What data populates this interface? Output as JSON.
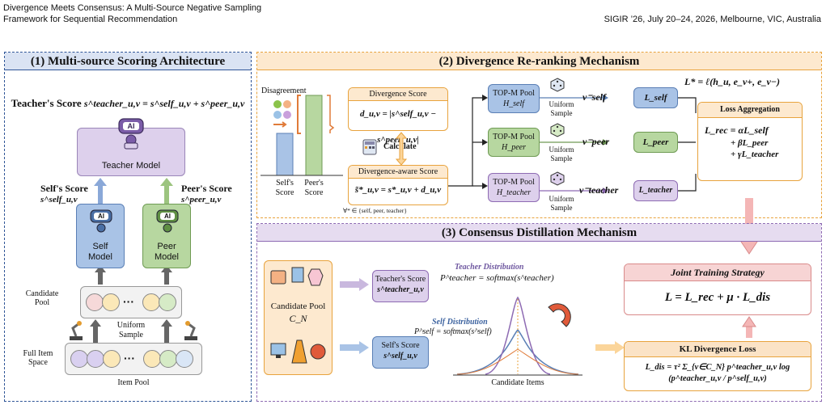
{
  "header": {
    "title_line1": "Divergence Meets Consensus: A Multi-Source Negative Sampling",
    "title_line2": "Framework for Sequential Recommendation",
    "venue": "SIGIR ’26, July 20–24, 2026, Melbourne, VIC, Australia"
  },
  "panel1": {
    "title": "(1) Multi-source Scoring Architecture",
    "teacher_score_label": "Teacher's Score",
    "teacher_score_formula": "s^teacher_u,v = s^self_u,v + s^peer_u,v",
    "ai_badge": "AI",
    "teacher_model": "Teacher Model",
    "self_score_label": "Self's Score",
    "self_score_sym": "s^self_u,v",
    "peer_score_label": "Peer's Score",
    "peer_score_sym": "s^peer_u,v",
    "self_model": "Self Model",
    "peer_model": "Peer Model",
    "candidate_pool": "Candidate Pool",
    "uniform_sample": "Uniform Sample",
    "full_item_space": "Full Item Space",
    "item_pool": "Item Pool",
    "ellipsis": "···"
  },
  "panel2": {
    "title": "(2) Divergence Re-ranking Mechanism",
    "disagreement": "Disagreement",
    "selfs_score": "Self's Score",
    "peers_score": "Peer's Score",
    "divergence_score_title": "Divergence Score",
    "divergence_formula": "d_u,v = |s^self_u,v − s^peer_u,v|",
    "calculate": "Calculate",
    "divergence_aware_title": "Divergence-aware Score",
    "divergence_aware_formula": "s̃*_u,v = s*_u,v + d_u,v",
    "forall_note": "∀* ∈ {self, peer, teacher}",
    "pools": [
      {
        "line1": "TOP-M Pool",
        "line2": "H_self"
      },
      {
        "line1": "TOP-M Pool",
        "line2": "H_peer"
      },
      {
        "line1": "TOP-M Pool",
        "line2": "H_teacher"
      }
    ],
    "uniform_sample": "Uniform Sample",
    "negatives": [
      "v⁻self",
      "v⁻peer",
      "v⁻teacher"
    ],
    "losses": [
      "L_self",
      "L_peer",
      "L_teacher"
    ],
    "loss_def": "L* = ℓ(h_u, e_v+, e_v−)",
    "loss_aggregation_title": "Loss Aggregation",
    "agg_line1": "L_rec = αL_self",
    "agg_line2": "+ βL_peer",
    "agg_line3": "+ γL_teacher"
  },
  "panel3": {
    "title": "(3) Consensus Distillation Mechanism",
    "candidate_pool": "Candidate Pool",
    "candidate_pool_sym": "C_N",
    "teacher_score_label": "Teacher's Score",
    "teacher_score_sym": "s^teacher_u,v",
    "self_score_label": "Self's Score",
    "self_score_sym": "s^self_u,v",
    "teacher_dist_label": "Teacher Distribution",
    "teacher_dist_formula": "P^teacher = softmax(s^teacher)",
    "self_dist_label": "Self Distribution",
    "self_dist_formula": "P^self = softmax(s^self)",
    "candidate_items": "Candidate Items",
    "joint_title": "Joint Training Strategy",
    "joint_formula": "L = L_rec + μ · L_dis",
    "kl_title": "KL Divergence Loss",
    "kl_formula": "L_dis = τ² Σ_{v∈C_N} p^teacher_u,v log (p^teacher_u,v / p^self_u,v)"
  },
  "colors": {
    "panel1_border": "#2f5597",
    "panel1_title_bg": "#dae3f3",
    "panel2_border": "#e8a33d",
    "panel2_title_bg": "#fde9cf",
    "panel3_border": "#8e6bb3",
    "panel3_title_bg": "#e6dcf0",
    "self_blue": "#a9c3e6",
    "peer_green": "#b7d7a0",
    "teacher_purple": "#ddd0ec",
    "joint_pink": "#f7d4d4",
    "kl_orange": "#fbe3c6"
  }
}
